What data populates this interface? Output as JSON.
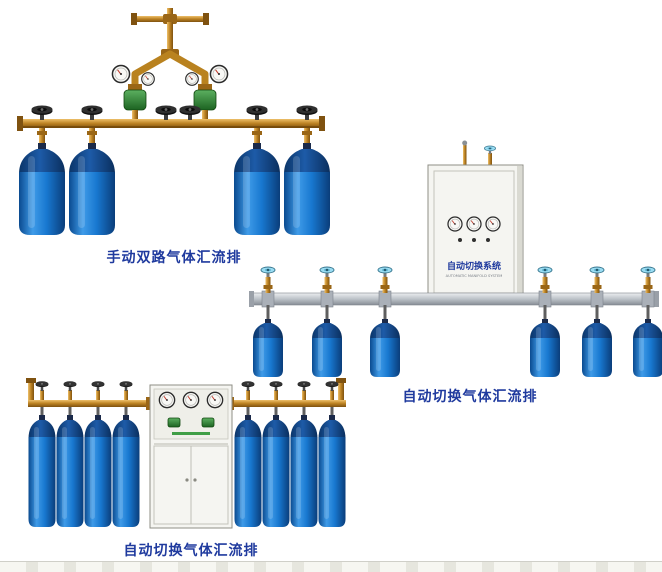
{
  "page": {
    "background": "#ffffff"
  },
  "colors": {
    "page-bg": "#ffffff",
    "caption-blue": "#1f3a9e",
    "pipe-brass": "#bb8122",
    "pipe-brass-dark": "#7f5210",
    "cylinder-blue": "#1878d0",
    "cylinder-blue-dark": "#0a3d7a",
    "regulator-green": "#2e8b37",
    "handwheel-black": "#141414",
    "handwheel-cyan": "#9adcf2",
    "cabinet-white": "#f5f5f1",
    "cabinet-border": "#8f8f86",
    "rail-silver": "#bcc2c8"
  },
  "products": [
    {
      "id": "manual-dual-gas-manifold",
      "caption": "手动双路气体汇流排",
      "cylinders": 4,
      "gauges": 4
    },
    {
      "id": "auto-switch-gas-manifold",
      "caption": "自动切换气体汇流排",
      "cabinet_label": "自动切换系统",
      "cabinet_sublabel": "AUTOMATIC MANIFOLD SYSTEM",
      "cylinders": 6,
      "gauges": 3
    },
    {
      "id": "auto-switch-gas-manifold-2",
      "caption": "自动切换气体汇流排",
      "cylinders": 8,
      "gauges": 3
    }
  ]
}
